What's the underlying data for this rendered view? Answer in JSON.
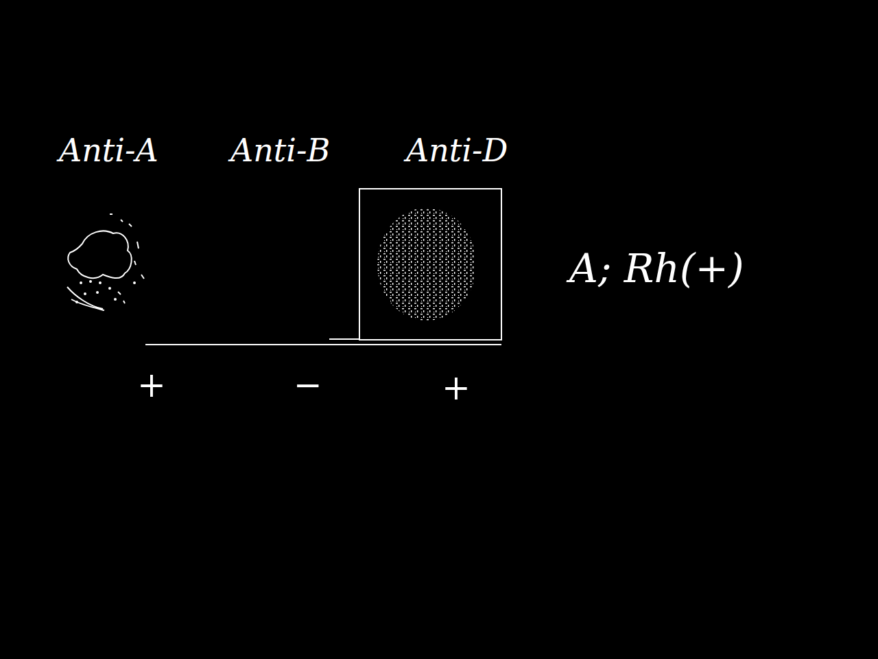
{
  "diagram": {
    "labels": [
      "Anti-A",
      "Anti-B",
      "Anti-D",
      "+",
      "−",
      "+",
      "A; Rh(+)"
    ]
  }
}
